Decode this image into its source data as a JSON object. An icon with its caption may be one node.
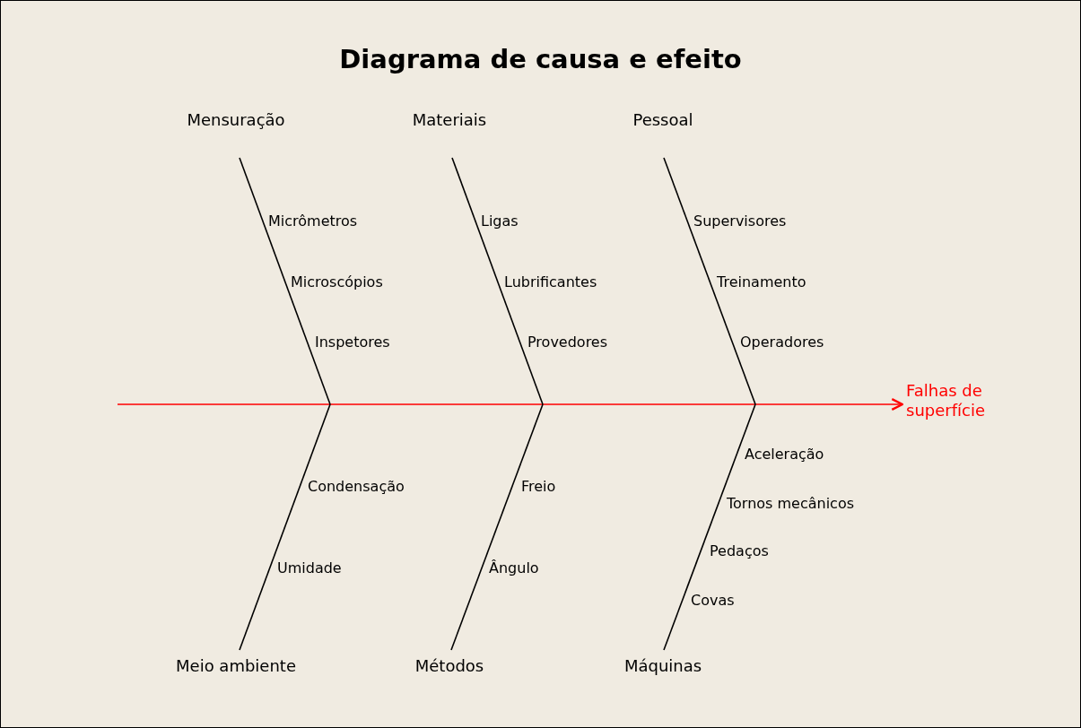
{
  "diagram": {
    "title": "Diagrama de causa e efeito",
    "nodes": [
      {
        "text": [
          "Mensuração"
        ]
      },
      {
        "text": [
          "Materiais"
        ]
      },
      {
        "text": [
          "Pessoal"
        ]
      },
      {
        "text": [
          "Falhas de superfície"
        ]
      },
      {
        "text": [
          "Meio ambiente"
        ]
      },
      {
        "text": [
          "Métodos"
        ]
      },
      {
        "text": [
          "Máquinas"
        ]
      }
    ],
    "edges": [
      {
        "from": null,
        "to": 3,
        "arrow": "to",
        "color": "#ff0000"
      },
      {
        "from": 0,
        "to": null,
        "arrow": "none"
      },
      {
        "from": 1,
        "to": null,
        "arrow": "none"
      },
      {
        "from": 2,
        "to": null,
        "arrow": "none"
      },
      {
        "from": 4,
        "to": null,
        "arrow": "none"
      },
      {
        "from": 5,
        "to": null,
        "arrow": "none"
      },
      {
        "from": 6,
        "to": null,
        "arrow": "none"
      }
    ],
    "labels": [
      "Micrômetros",
      "Microscópios",
      "Inspetores",
      "Ligas",
      "Lubrificantes",
      "Provedores",
      "Supervisores",
      "Treinamento",
      "Operadores",
      "Condensação",
      "Umidade",
      "Freio",
      "Ângulo",
      "Aceleração",
      "Tornos mecânicos",
      "Pedaços",
      "Covas"
    ]
  }
}
